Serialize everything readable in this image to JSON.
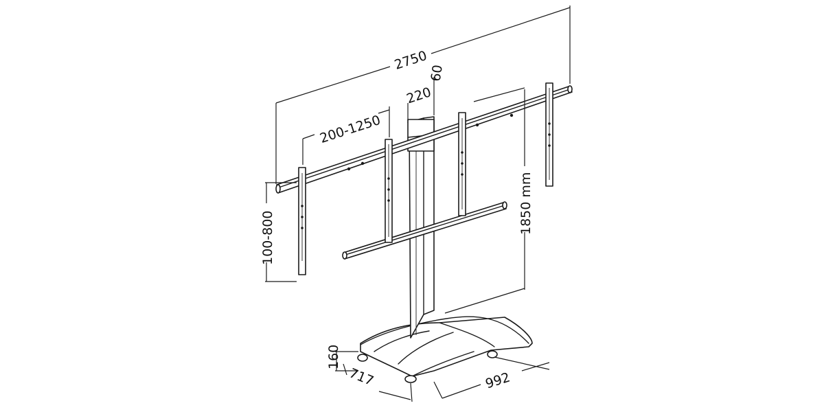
{
  "dimensions": {
    "overall_width": "2750",
    "post_depth": "60",
    "post_width": "220",
    "vesa_horizontal": "200-1250",
    "vesa_vertical": "100-800",
    "overall_height": "1850 mm",
    "base_height": "160",
    "base_depth": "717",
    "base_width": "992"
  },
  "colors": {
    "line": "#1a1a1a",
    "background": "#ffffff"
  }
}
